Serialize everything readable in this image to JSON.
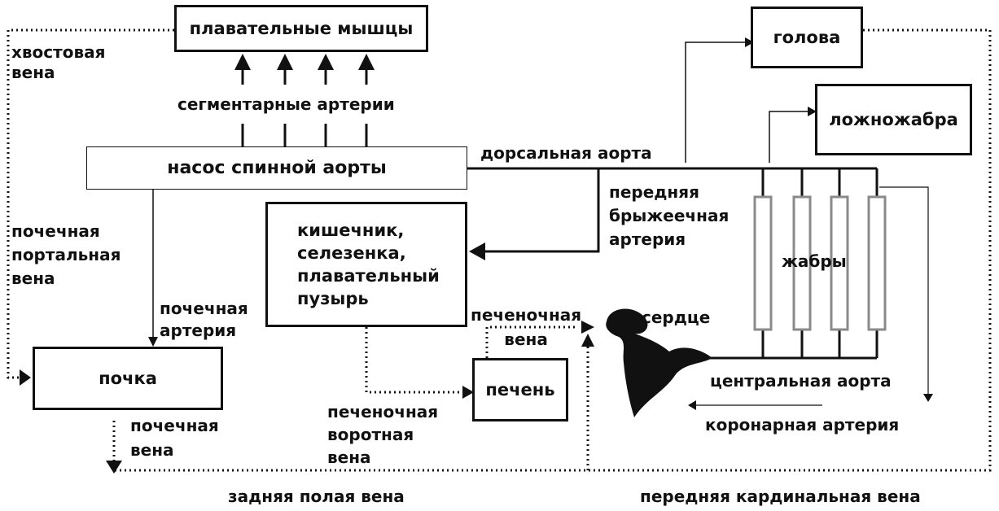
{
  "boxes": {
    "swim_muscles": "плавательные мышцы",
    "head": "голова",
    "pseudobranch": "ложножабра",
    "dorsal_aorta_pump": "насос спинной аорты",
    "intestine": "кишечник,\nселезенка,\nплавательный\nпузырь",
    "kidney": "почка",
    "liver": "печень"
  },
  "labels": {
    "tail_vein": "хвостовая\nвена",
    "segmental_arteries": "сегментарные артерии",
    "dorsal_aorta": "дорсальная аорта",
    "anterior_mesenteric_artery": "передняя\nбрыжеечная\nартерия",
    "gills": "жабры",
    "renal_portal_vein": "почечная\nпортальная\nвена",
    "renal_artery": "почечная\nартерия",
    "hepatic_vein": "печеночная\nвена",
    "heart": "сердце",
    "central_aorta": "центральная аорта",
    "coronary_artery": "коронарная артерия",
    "hepatic_portal_vein": "печеночная\nворотная\nвена",
    "renal_vein": "почечная\nвена",
    "posterior_vena_cava": "задняя полая вена",
    "anterior_cardinal_vein": "передняя кардинальная вена"
  }
}
